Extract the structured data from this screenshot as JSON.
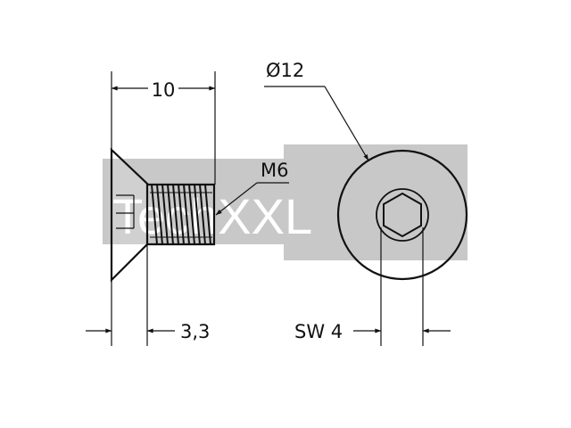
{
  "drawing": {
    "watermark": {
      "text": "TechXXL"
    },
    "dimensions": {
      "length": "10",
      "head_diameter": "Ø12",
      "thread": "M6",
      "head_height": "3,3",
      "drive_size": "SW 4"
    }
  }
}
